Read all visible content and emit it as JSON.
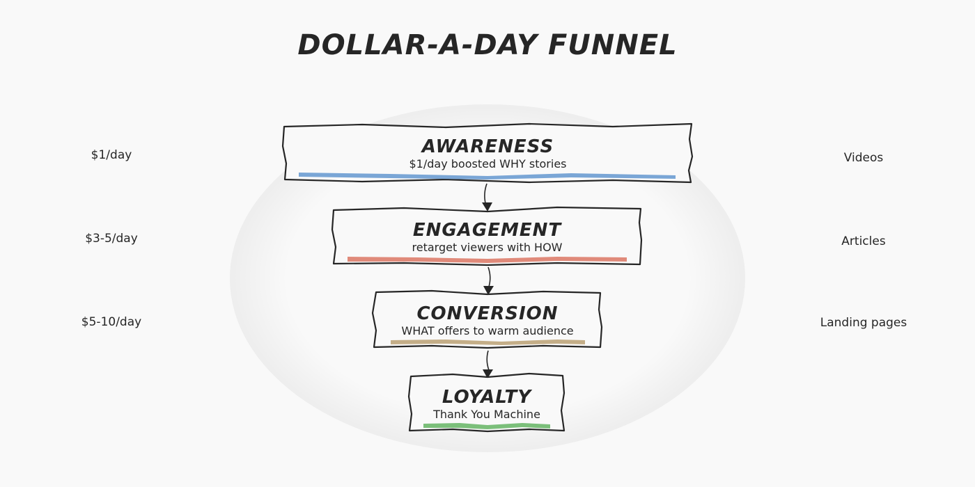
{
  "title": "DOLLAR-A-DAY FUNNEL",
  "colors": {
    "background": "#f9f9f9",
    "ink": "#262626",
    "awareness": "#7aa6d6",
    "engagement": "#e08a7a",
    "conversion": "#c4ae88",
    "loyalty": "#7bbf7a"
  },
  "stages": [
    {
      "name": "AWARENESS",
      "description": "$1/day boosted WHY stories",
      "budget": "$1/day",
      "content": "Videos"
    },
    {
      "name": "ENGAGEMENT",
      "description": "retarget viewers with HOW",
      "budget": "$3-5/day",
      "content": "Articles"
    },
    {
      "name": "CONVERSION",
      "description": "WHAT offers to warm audience",
      "budget": "$5-10/day",
      "content": "Landing pages"
    },
    {
      "name": "LOYALTY",
      "description": "Thank You Machine",
      "budget": "",
      "content": ""
    }
  ]
}
